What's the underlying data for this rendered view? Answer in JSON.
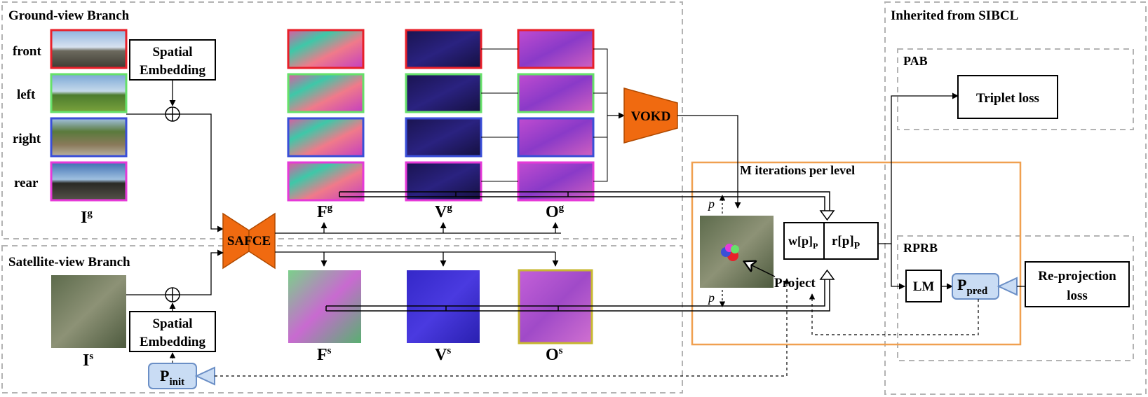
{
  "branches": {
    "ground": "Ground-view Branch",
    "satellite": "Satellite-view Branch",
    "inherited": "Inherited from SIBCL"
  },
  "views": [
    "front",
    "left",
    "right",
    "rear"
  ],
  "modules": {
    "spatial_embedding_line1": "Spatial",
    "spatial_embedding_line2": "Embedding",
    "safce": "SAFCE",
    "vokd": "VOKD",
    "pab": "PAB",
    "rprb": "RPRB",
    "triplet_loss": "Triplet loss",
    "reprojection_loss_line1": "Re-projection",
    "reprojection_loss_line2": "loss",
    "lm": "LM",
    "iterations": "M iterations per level",
    "project": "Project",
    "weight": "w[p]",
    "weight_sub": "P",
    "residual": "r[p]",
    "residual_sub": "P",
    "p_label": "p"
  },
  "symbols": {
    "Ig": {
      "base": "I",
      "sup": "g"
    },
    "Is": {
      "base": "I",
      "sup": "s"
    },
    "Fg": {
      "base": "F",
      "sup": "g"
    },
    "Vg": {
      "base": "V",
      "sup": "g"
    },
    "Og": {
      "base": "O",
      "sup": "g"
    },
    "Fs": {
      "base": "F",
      "sup": "s"
    },
    "Vs": {
      "base": "V",
      "sup": "s"
    },
    "Os": {
      "base": "O",
      "sup": "s"
    },
    "Pinit": {
      "base": "P",
      "sub": "init"
    },
    "Ppred": {
      "base": "P",
      "sub": "pred"
    }
  },
  "colors": {
    "front_border": "#e8202a",
    "left_border": "#66e06a",
    "right_border": "#3a4fd8",
    "rear_border": "#e63ad8",
    "os_border": "#c7b832",
    "module_orange": "#f06a10",
    "iteration_box": "#f0a050",
    "pose_fill": "#c9dcf4",
    "pose_stroke": "#6b8fc6",
    "dashed_gray": "#b3b3b3"
  }
}
